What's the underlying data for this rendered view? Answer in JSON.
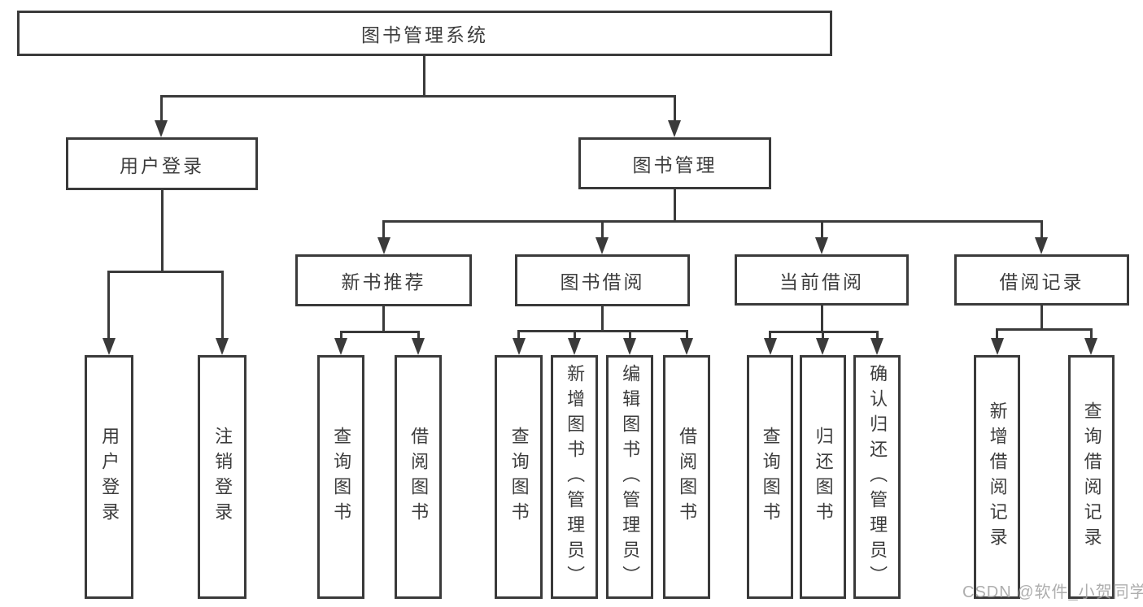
{
  "colors": {
    "line": "#3a3a3a",
    "text": "#3d3d3d",
    "background": "#ffffff",
    "watermark": "#a0a0a0"
  },
  "watermark": {
    "text": "CSDN @软件_小贺同学"
  },
  "tree": {
    "root": {
      "label": "图书管理系统"
    },
    "branches": [
      {
        "label": "用户登录",
        "children": [
          {
            "label": "用户登录"
          },
          {
            "label": "注销登录"
          }
        ]
      },
      {
        "label": "图书管理",
        "children": [
          {
            "label": "新书推荐",
            "children": [
              {
                "label": "查询图书"
              },
              {
                "label": "借阅图书"
              }
            ]
          },
          {
            "label": "图书借阅",
            "children": [
              {
                "label": "查询图书"
              },
              {
                "label": "新增图书（管理员）"
              },
              {
                "label": "编辑图书（管理员）"
              },
              {
                "label": "借阅图书"
              }
            ]
          },
          {
            "label": "当前借阅",
            "children": [
              {
                "label": "查询图书"
              },
              {
                "label": "归还图书"
              },
              {
                "label": "确认归还（管理员）"
              }
            ]
          },
          {
            "label": "借阅记录",
            "children": [
              {
                "label": "新增借阅记录"
              },
              {
                "label": "查询借阅记录"
              }
            ]
          }
        ]
      }
    ]
  }
}
